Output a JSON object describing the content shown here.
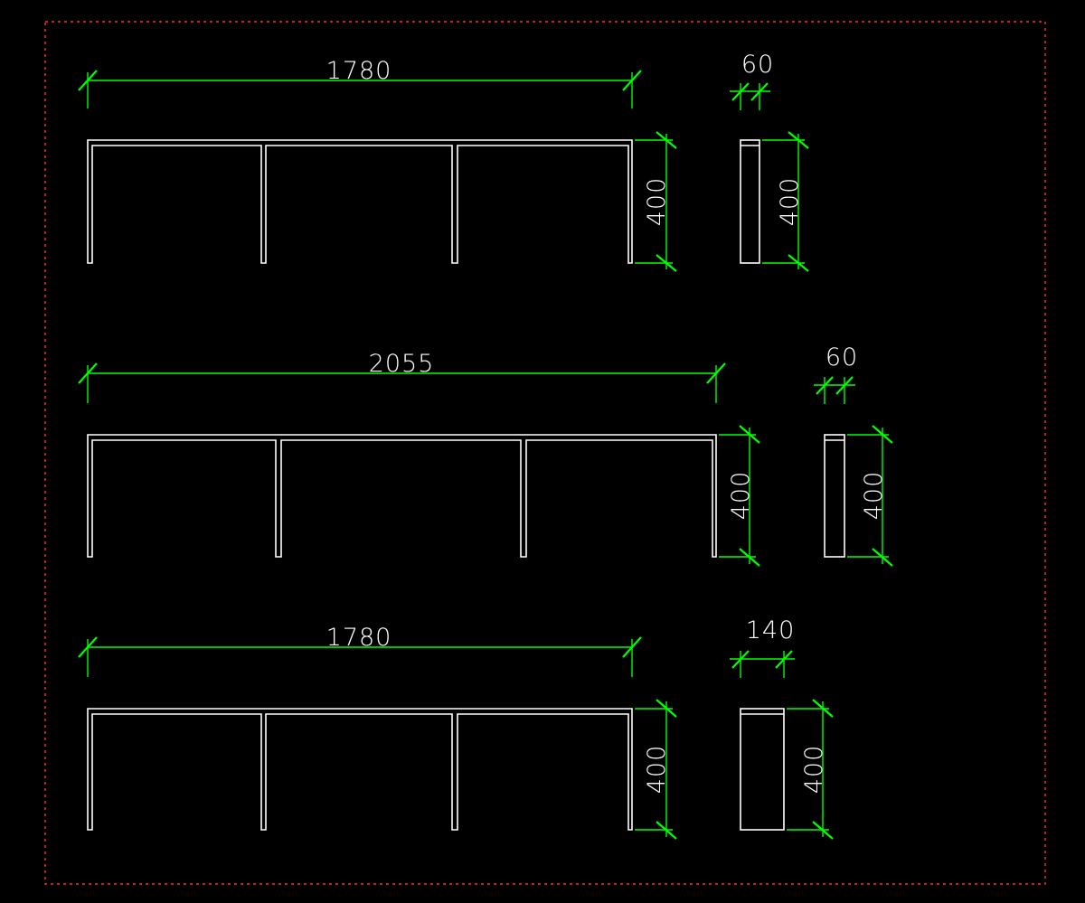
{
  "colors": {
    "background": "#000000",
    "geometry": "#ffffff",
    "dimension": "#00ff00",
    "dimension_text": "#ffffff",
    "frame": "#ff2a2a"
  },
  "views": [
    {
      "front": {
        "width_label": "1780",
        "height_label": "400",
        "legs": 4
      },
      "side": {
        "width_label": "60",
        "height_label": "400"
      }
    },
    {
      "front": {
        "width_label": "2055",
        "height_label": "400",
        "legs": 4
      },
      "side": {
        "width_label": "60",
        "height_label": "400"
      }
    },
    {
      "front": {
        "width_label": "1780",
        "height_label": "400",
        "legs": 4
      },
      "side": {
        "width_label": "140",
        "height_label": "400"
      }
    }
  ]
}
